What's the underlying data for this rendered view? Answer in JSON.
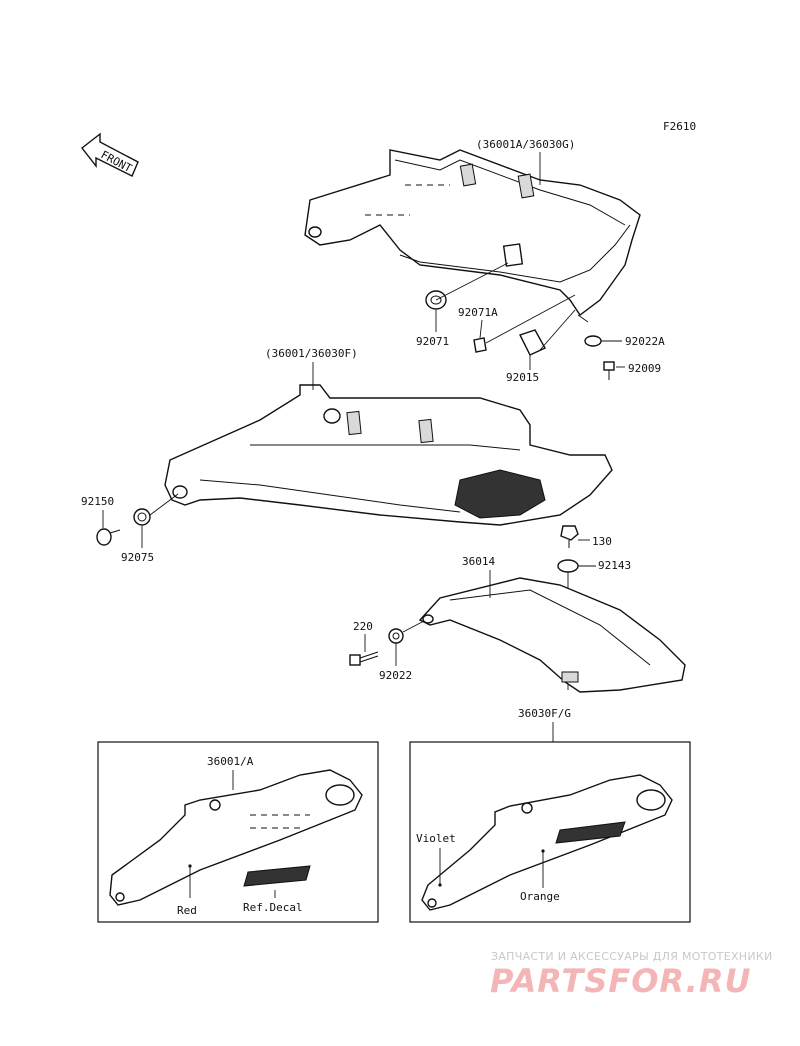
{
  "figure_code": "F2610",
  "front_label": "FRONT",
  "parts": {
    "cover_upper": "(36001A/36030G)",
    "cover_main": "(36001/36030F)",
    "p92071": "92071",
    "p92071A": "92071A",
    "p92015": "92015",
    "p92022A": "92022A",
    "p92009": "92009",
    "p92150": "92150",
    "p92075": "92075",
    "p130": "130",
    "p92143": "92143",
    "p36014": "36014",
    "p220": "220",
    "p92022": "92022",
    "p36030FG": "36030F/G"
  },
  "inset_left": {
    "title": "36001/A",
    "color_label": "Red",
    "decal_label": "Ref.Decal"
  },
  "inset_right": {
    "color_label_1": "Violet",
    "color_label_2": "Orange"
  },
  "watermark": {
    "tagline": "ЗАПЧАСТИ И АКСЕССУАРЫ ДЛЯ МОТОТЕХНИКИ",
    "logo": "PARTSFOR.RU"
  }
}
